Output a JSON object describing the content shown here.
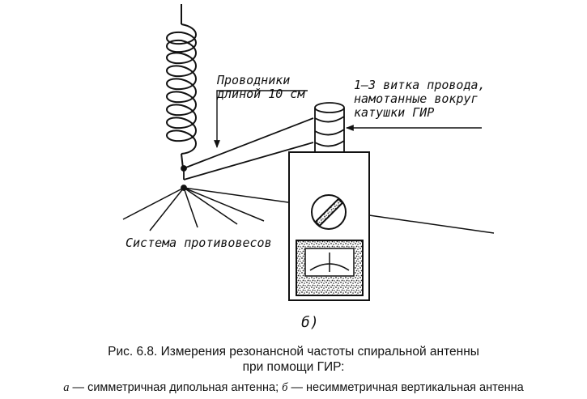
{
  "labels": {
    "wires": [
      "Проводники",
      "длиной 10 см"
    ],
    "turns": [
      "1–3 витка провода,",
      "намотанные вокруг",
      "катушки ГИР"
    ],
    "counterpoise": "Система противовесов",
    "subfig": "б)"
  },
  "caption": {
    "line1": "Рис. 6.8. Измерения резонансной частоты спиральной антенны",
    "line2": "при помощи ГИР:",
    "a_letter": "а",
    "a_text": " — симметричная дипольная антенна; ",
    "b_letter": "б",
    "b_text": " — несимметричная вертикальная антенна"
  }
}
